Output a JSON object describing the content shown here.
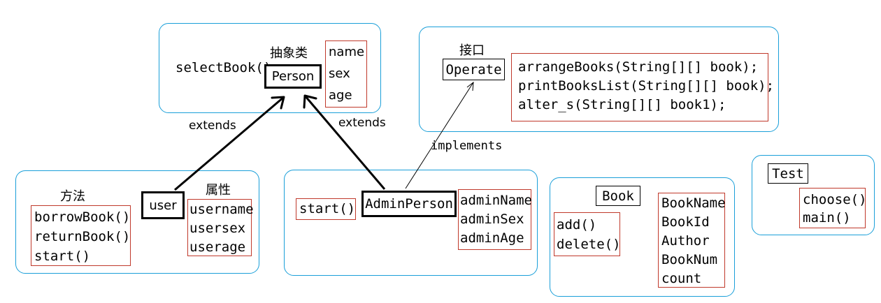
{
  "person_group": {
    "method": "selectBook()",
    "stereotype": "抽象类",
    "class_name": "Person",
    "attributes": [
      "name",
      "sex",
      "age"
    ]
  },
  "operate_group": {
    "stereotype": "接口",
    "class_name": "Operate",
    "methods": [
      "arrangeBooks(String[][] book);",
      "printBooksList(String[][] book);",
      "alter_s(String[][] book1);"
    ]
  },
  "user_group": {
    "methods_label": "方法",
    "methods": [
      "borrowBook()",
      "returnBook()",
      "start()"
    ],
    "class_name": "user",
    "attributes_label": "属性",
    "attributes": [
      "username",
      "usersex",
      "userage"
    ]
  },
  "admin_group": {
    "methods": [
      "start()"
    ],
    "class_name": "AdminPerson",
    "attributes": [
      "adminName",
      "adminSex",
      "adminAge"
    ]
  },
  "book_group": {
    "class_name": "Book",
    "methods": [
      "add()",
      "delete()"
    ],
    "attributes": [
      "BookName",
      "BookId",
      "Author",
      "BookNum",
      "count"
    ]
  },
  "test_group": {
    "class_name": "Test",
    "methods": [
      "choose()",
      "main()"
    ]
  },
  "relations": {
    "user_extends": "extends",
    "admin_extends": "extends",
    "admin_implements": "implements"
  }
}
